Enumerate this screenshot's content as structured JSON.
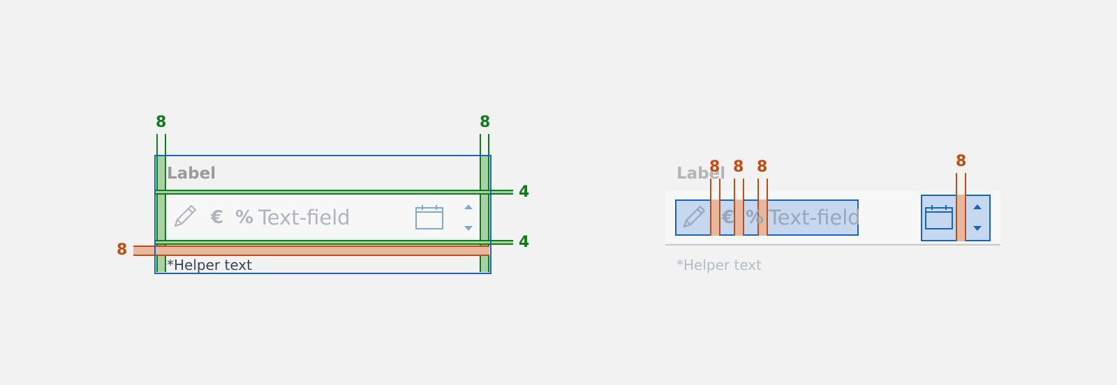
{
  "colors": {
    "background": "#f2f2f2",
    "spacing_green": "#0a7d17",
    "spacing_orange": "#c44a0e",
    "outline_blue": "#1565c0",
    "muted_text": "#9a9a9a",
    "placeholder": "#b0b5bc"
  },
  "left_example": {
    "label": "Label",
    "placeholder": "Text-field",
    "currency_symbol": "€",
    "percent_symbol": "%",
    "helper": "*Helper text",
    "icons": [
      "pencil-icon",
      "calendar-icon",
      "chevron-up-icon",
      "chevron-down-icon"
    ],
    "measures": {
      "left_padding": "8",
      "right_padding": "8",
      "label_gap": "4",
      "field_bottom_gap": "4",
      "helper_gap": "8"
    }
  },
  "right_example": {
    "label": "Label",
    "placeholder": "Text-field",
    "currency_symbol": "€",
    "percent_symbol": "%",
    "helper": "*Helper text",
    "icons": [
      "pencil-icon",
      "calendar-icon",
      "chevron-up-icon",
      "chevron-down-icon"
    ],
    "measures": {
      "gap_1": "8",
      "gap_2": "8",
      "gap_3": "8",
      "gap_4": "8"
    }
  }
}
